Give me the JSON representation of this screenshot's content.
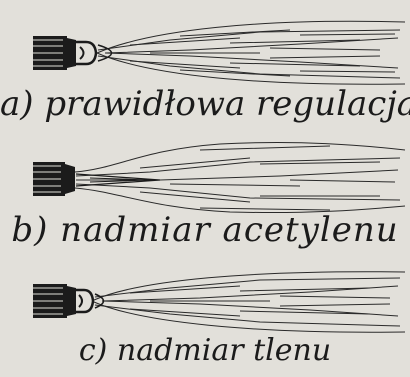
{
  "diagram": {
    "panels": [
      {
        "caption": "a) prawidłowa regulacja"
      },
      {
        "caption": "b) nadmiar acetylenu"
      },
      {
        "caption": "c) nadmiar tlenu"
      }
    ],
    "colors": {
      "paper": "#e2e0da",
      "ink": "#1b1b1b"
    },
    "icons": [
      "torch-nozzle-icon",
      "flame-icon"
    ]
  }
}
